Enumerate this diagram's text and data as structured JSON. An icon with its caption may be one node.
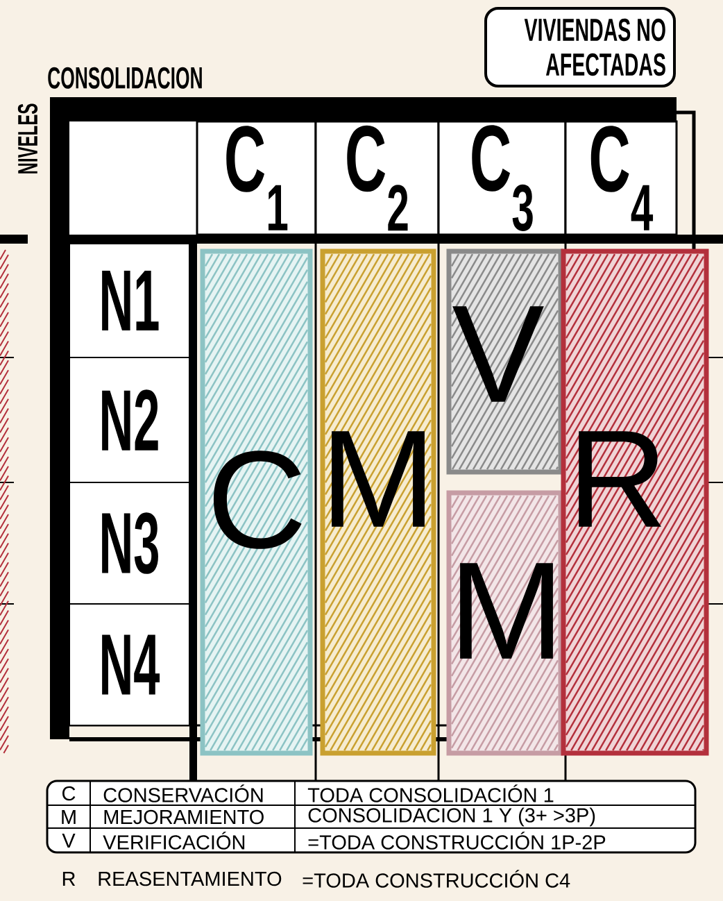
{
  "diagram": {
    "nodes": [
      {
        "text": [
          "VIVIENDAS NO AFECTADAS"
        ]
      },
      {
        "text": [
          "C$_{1}$"
        ]
      },
      {
        "text": [
          "C$_{2}$"
        ]
      },
      {
        "text": [
          "C$_{3}$"
        ]
      },
      {
        "text": [
          "C$_{4}$"
        ]
      },
      {
        "text": [
          "N1"
        ]
      },
      {
        "text": [
          "N2"
        ]
      },
      {
        "text": [
          "N3"
        ]
      },
      {
        "text": [
          "N4"
        ]
      },
      {
        "text": [
          "C"
        ]
      },
      {
        "text": [
          "M"
        ]
      },
      {
        "text": [
          "V"
        ]
      },
      {
        "text": [
          "M"
        ]
      },
      {
        "text": [
          "R"
        ]
      }
    ],
    "labels": [
      "CONSOLIDACION",
      "NIVELES",
      "C",
      "CONSERVACIÓN",
      "TODA CONSOLIDACIÓN 1",
      "M",
      "MEJORAMIENTO",
      "CONSOLIDACION 1 Y (3+ >3P)",
      "V",
      "VERIFICACIÓN",
      "=TODA CONSTRUCCIÓN 1P-2P",
      "R",
      "REASENTAMIENTO",
      "=TODA CONSTRUCCIÓN C4"
    ]
  }
}
